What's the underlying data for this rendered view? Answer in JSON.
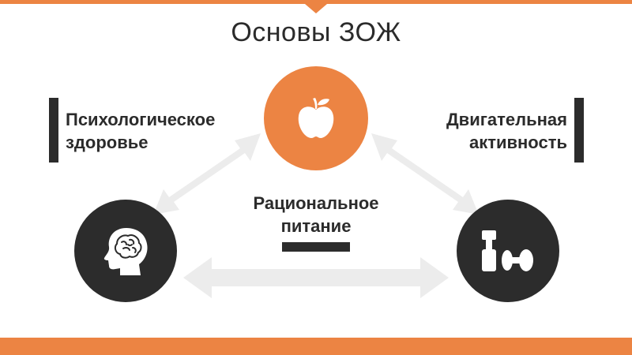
{
  "title": "Основы ЗОЖ",
  "colors": {
    "accent": "#ec8443",
    "dark": "#2c2c2c",
    "arrow": "#ececec"
  },
  "nodes": {
    "top": {
      "icon": "apple-icon",
      "lines": [
        "Рациональное",
        "питание"
      ]
    },
    "left": {
      "icon": "brain-head-icon",
      "lines": [
        "Психологическое",
        "здоровье"
      ]
    },
    "right": {
      "icon": "dumbbell-icon",
      "lines": [
        "Двигательная",
        "активность"
      ]
    }
  }
}
